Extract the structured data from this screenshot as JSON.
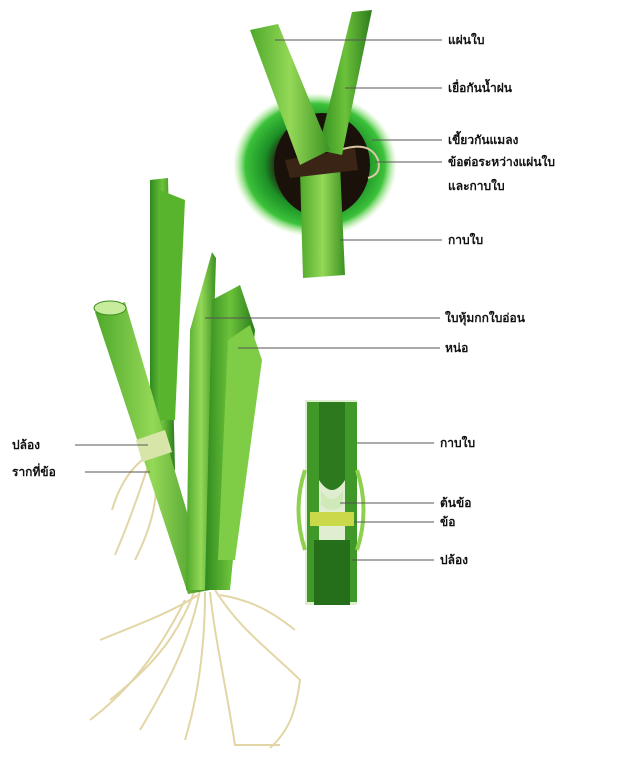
{
  "colors": {
    "leaf_light": "#8fd14f",
    "leaf_mid": "#5cb82e",
    "leaf_dark": "#2e7d1e",
    "sheath_ring": "#1f9e2a",
    "collar_dark": "#3a2416",
    "root": "#e8dcb0",
    "leader_line": "#555555"
  },
  "labels": {
    "top": {
      "leaf_blade": "แผ่นใบ",
      "ligule": "เยื่อกันน้ำฝน",
      "auricle": "เขี้ยวกันแมลง",
      "collar_line1": "ข้อต่อระหว่างแผ่นใบ",
      "collar_line2": "และกาบใบ",
      "leaf_sheath": "กาบใบ"
    },
    "plant": {
      "young_leaf": "ใบหุ้มกกใบอ่อน",
      "tiller": "หน่อ",
      "internode": "ปล้อง",
      "nodal_roots": "รากที่ข้อ"
    },
    "section": {
      "leaf_sheath": "กาบใบ",
      "shoot": "ต้นข้อ",
      "node": "ข้อ",
      "internode": "ปล้อง"
    }
  },
  "icons": {
    "leaf_collar_illustration": "leaf-collar-illustration",
    "rice_plant_illustration": "rice-plant-illustration",
    "stem_section_illustration": "stem-section-illustration"
  }
}
